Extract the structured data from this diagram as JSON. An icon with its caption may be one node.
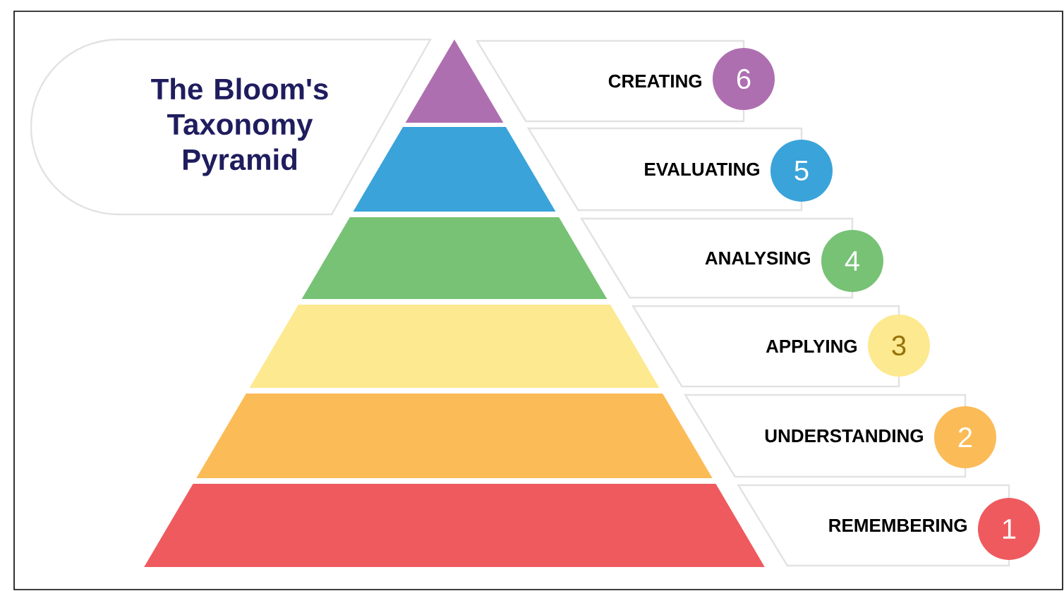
{
  "diagram": {
    "nodes": [
      {
        "text": [
          "The Bloom's Taxonomy Pyramid"
        ]
      },
      {
        "text": [
          "CREATING"
        ]
      },
      {
        "text": [
          "6"
        ]
      },
      {
        "text": [
          "EVALUATING"
        ]
      },
      {
        "text": [
          "5"
        ]
      },
      {
        "text": [
          "ANALYSING"
        ]
      },
      {
        "text": [
          "4"
        ]
      },
      {
        "text": [
          "APPLYING"
        ]
      },
      {
        "text": [
          "3"
        ]
      },
      {
        "text": [
          "UNDERSTANDING"
        ]
      },
      {
        "text": [
          "2"
        ]
      },
      {
        "text": [
          "REMEMBERING"
        ]
      },
      {
        "text": [
          "1"
        ]
      }
    ]
  }
}
